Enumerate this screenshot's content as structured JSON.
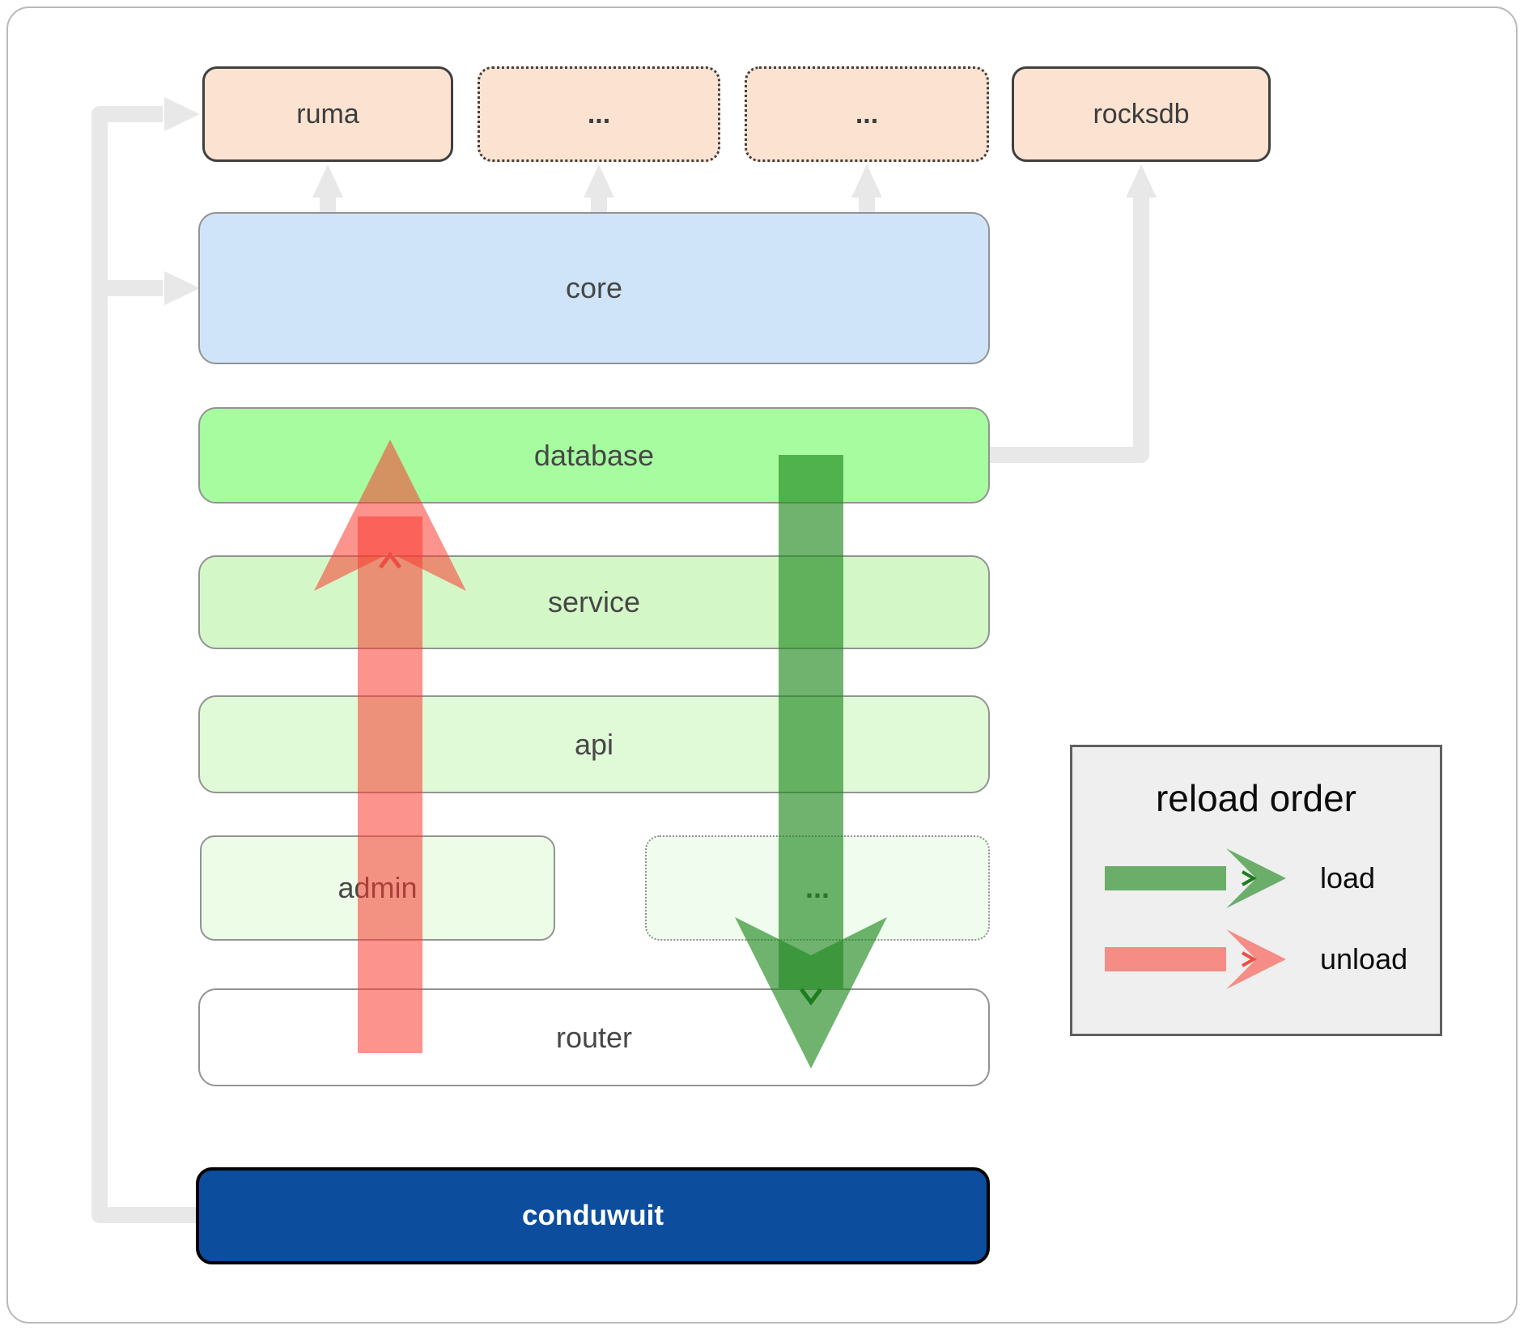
{
  "boxes": {
    "ruma": {
      "label": "ruma"
    },
    "ext_more_1": {
      "label": "..."
    },
    "ext_more_2": {
      "label": "..."
    },
    "rocksdb": {
      "label": "rocksdb"
    },
    "core": {
      "label": "core"
    },
    "database": {
      "label": "database"
    },
    "service": {
      "label": "service"
    },
    "api": {
      "label": "api"
    },
    "admin": {
      "label": "admin"
    },
    "admin_more": {
      "label": "..."
    },
    "router": {
      "label": "router"
    },
    "conduwuit": {
      "label": "conduwuit"
    }
  },
  "legend": {
    "title": "reload order",
    "items": [
      {
        "label": "load",
        "color": "#228b22"
      },
      {
        "label": "unload",
        "color": "#fa3b30"
      }
    ]
  },
  "colors": {
    "connector_gray": "#e8e8e8",
    "load_arrow_green": "#228b22",
    "unload_arrow_red": "#fa3b30",
    "external_box_fill": "#fce3d1",
    "core_fill": "#cfe4f8",
    "database_fill": "#a6fc9f",
    "service_fill": "#d4f7c8",
    "api_fill": "#e0fad8",
    "admin_fill": "#ecfce7",
    "router_fill": "#ffffff",
    "conduwuit_fill": "#0d4d9e",
    "legend_bg": "#efefef"
  }
}
